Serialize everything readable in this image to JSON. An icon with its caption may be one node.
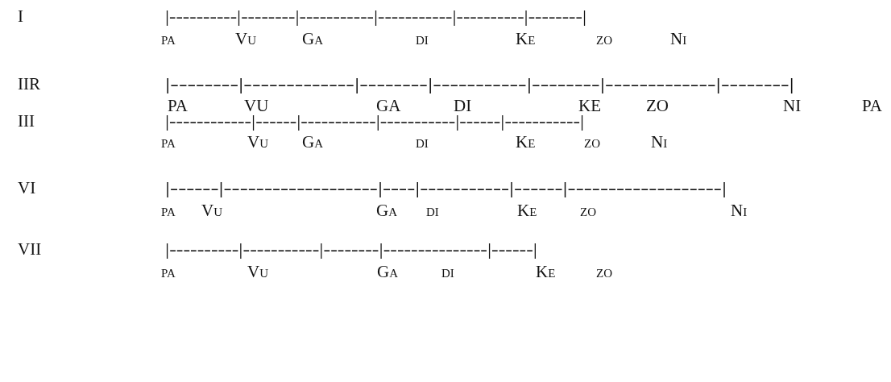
{
  "diagram": {
    "labels": [
      "I",
      "|----------|--------|-----------|-----------|----------|--------|",
      "pa",
      "Vu",
      "Ga",
      "di",
      "Ke",
      "zo",
      "Ni",
      "IIR",
      "|--------|-------------|--------|-----------|--------|-------------|--------|",
      "PA",
      "VU",
      "GA",
      "DI",
      "KE",
      "ZO",
      "NI",
      "PA",
      "III",
      "|------------|------|-----------|-----------|------|-----------|",
      "pa",
      "Vu",
      "Ga",
      "di",
      "Ke",
      "zo",
      "Ni",
      "VI",
      "|------|-------------------|----|-----------|------|-------------------|",
      "pa",
      "Vu",
      "Ga",
      "di",
      "Ke",
      "zo",
      "Ni",
      "VII",
      "|----------|-----------|--------|---------------|------|",
      "pa",
      "Vu",
      "Ga",
      "di",
      "Ke",
      "zo"
    ]
  }
}
